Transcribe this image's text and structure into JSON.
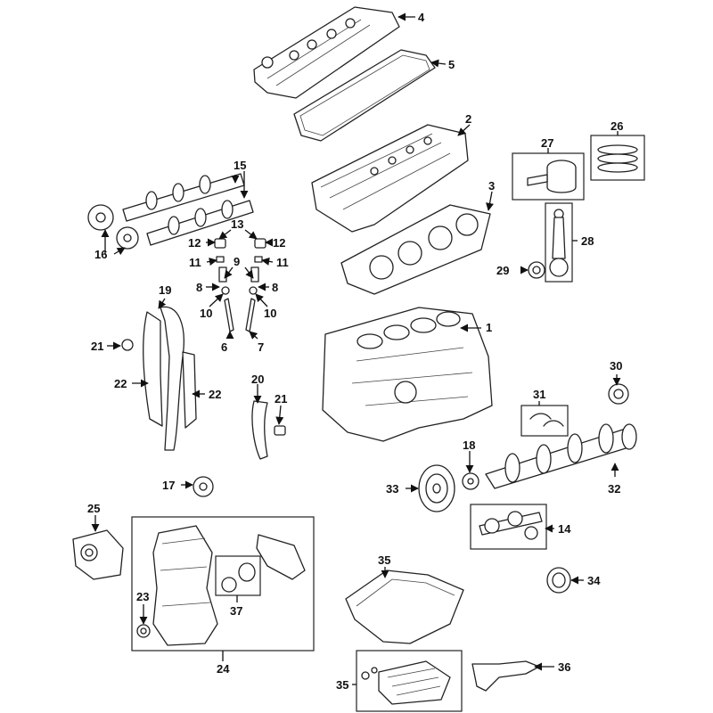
{
  "diagram": {
    "callouts": [
      {
        "id": "c1",
        "label": "1"
      },
      {
        "id": "c2",
        "label": "2"
      },
      {
        "id": "c3",
        "label": "3"
      },
      {
        "id": "c4",
        "label": "4"
      },
      {
        "id": "c5",
        "label": "5"
      },
      {
        "id": "c6",
        "label": "6"
      },
      {
        "id": "c7",
        "label": "7"
      },
      {
        "id": "c8a",
        "label": "8"
      },
      {
        "id": "c8b",
        "label": "8"
      },
      {
        "id": "c9",
        "label": "9"
      },
      {
        "id": "c10a",
        "label": "10"
      },
      {
        "id": "c10b",
        "label": "10"
      },
      {
        "id": "c11a",
        "label": "11"
      },
      {
        "id": "c11b",
        "label": "11"
      },
      {
        "id": "c12a",
        "label": "12"
      },
      {
        "id": "c12b",
        "label": "12"
      },
      {
        "id": "c13",
        "label": "13"
      },
      {
        "id": "c14",
        "label": "14"
      },
      {
        "id": "c15",
        "label": "15"
      },
      {
        "id": "c16",
        "label": "16"
      },
      {
        "id": "c17",
        "label": "17"
      },
      {
        "id": "c18",
        "label": "18"
      },
      {
        "id": "c19",
        "label": "19"
      },
      {
        "id": "c20",
        "label": "20"
      },
      {
        "id": "c21a",
        "label": "21"
      },
      {
        "id": "c21b",
        "label": "21"
      },
      {
        "id": "c22a",
        "label": "22"
      },
      {
        "id": "c22b",
        "label": "22"
      },
      {
        "id": "c23",
        "label": "23"
      },
      {
        "id": "c24",
        "label": "24"
      },
      {
        "id": "c25",
        "label": "25"
      },
      {
        "id": "c26",
        "label": "26"
      },
      {
        "id": "c27",
        "label": "27"
      },
      {
        "id": "c28",
        "label": "28"
      },
      {
        "id": "c29",
        "label": "29"
      },
      {
        "id": "c30",
        "label": "30"
      },
      {
        "id": "c31",
        "label": "31"
      },
      {
        "id": "c32",
        "label": "32"
      },
      {
        "id": "c33",
        "label": "33"
      },
      {
        "id": "c34",
        "label": "34"
      },
      {
        "id": "c35a",
        "label": "35"
      },
      {
        "id": "c35b",
        "label": "35"
      },
      {
        "id": "c36",
        "label": "36"
      },
      {
        "id": "c37",
        "label": "37"
      }
    ]
  }
}
